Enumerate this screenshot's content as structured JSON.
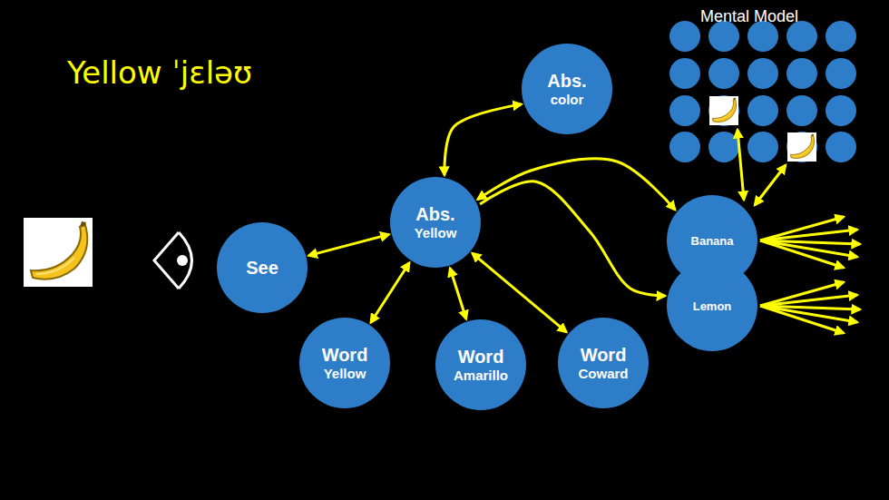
{
  "diagram": {
    "title": "Yellow ˈjɛləʊ",
    "nodes": [
      {
        "text": [
          "See"
        ]
      },
      {
        "text": [
          "Abs.",
          "Yellow"
        ]
      },
      {
        "text": [
          "Abs.",
          "color"
        ]
      },
      {
        "text": [
          "Word",
          "Yellow"
        ]
      },
      {
        "text": [
          "Word",
          "Amarillo"
        ]
      },
      {
        "text": [
          "Word",
          "Coward"
        ]
      },
      {
        "text": [
          "Banana"
        ]
      },
      {
        "text": [
          "Lemon"
        ]
      }
    ],
    "edges": [
      {
        "from": 0,
        "to": 1,
        "arrow": "both"
      },
      {
        "from": 1,
        "to": 2,
        "arrow": "both"
      },
      {
        "from": 1,
        "to": 3,
        "arrow": "both"
      },
      {
        "from": 1,
        "to": 4,
        "arrow": "both"
      },
      {
        "from": 1,
        "to": 5,
        "arrow": "both"
      },
      {
        "from": 1,
        "to": 6,
        "arrow": "both"
      },
      {
        "from": 1,
        "to": 7,
        "arrow": "to"
      }
    ],
    "labels": [
      "Mental Model"
    ]
  }
}
